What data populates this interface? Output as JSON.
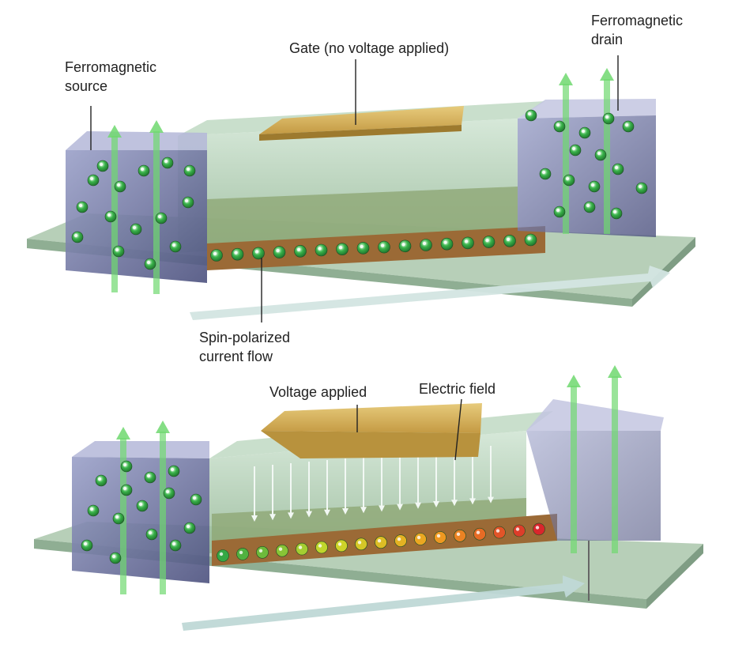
{
  "labels": {
    "source": [
      "Ferromagnetic",
      "source"
    ],
    "gate": "Gate (no voltage applied)",
    "drain": [
      "Ferromagnetic",
      "drain"
    ],
    "current": [
      "Spin-polarized",
      "current flow"
    ],
    "voltage": "Voltage applied",
    "field": "Electric field"
  },
  "colors": {
    "substrate": "#b4ccb4",
    "channel": "#a9c9ac",
    "gate": "#d2b05a",
    "contact": "#6f74a3",
    "wire": "#9b6a36",
    "spin_aligned": "#35a845",
    "spin_rotated": "#d9262c",
    "flow_arrow": "#cde0dc",
    "field_arrow": "#f2f8f4"
  },
  "icons": [
    "spin-up-arrow-icon",
    "electron-dot-icon",
    "current-flow-arrow-icon",
    "electric-field-arrow-icon"
  ]
}
